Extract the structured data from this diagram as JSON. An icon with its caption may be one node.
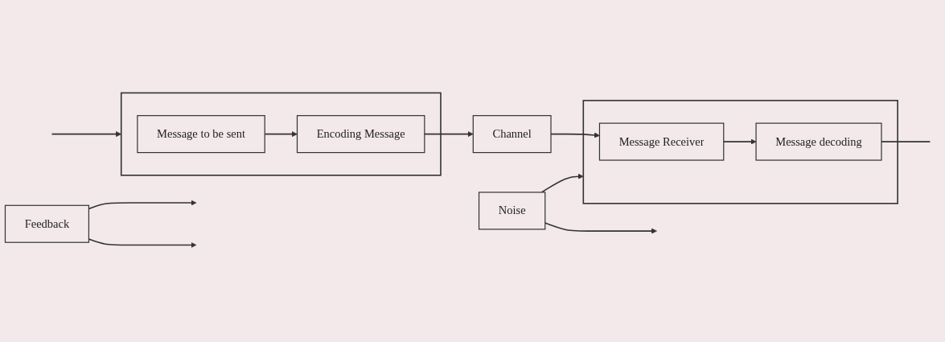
{
  "diagram": {
    "nodes": [
      {
        "text": [],
        "shape": "box"
      },
      {
        "text": [
          "Message to be sent"
        ],
        "in": 0
      },
      {
        "text": [
          "Encoding Message"
        ],
        "in": 0
      },
      {
        "text": [
          "Channel"
        ]
      },
      {
        "text": [],
        "shape": "box"
      },
      {
        "text": [
          "Message Receiver"
        ],
        "in": 4
      },
      {
        "text": [
          "Message decoding"
        ],
        "in": 4
      },
      {
        "text": [
          "Noise"
        ]
      },
      {
        "text": [
          "Feedback"
        ]
      }
    ],
    "edges": [
      {
        "from": 1,
        "to": 2,
        "arrow": "to"
      },
      {
        "from": 2,
        "to": 3,
        "arrow": "to"
      },
      {
        "from": 3,
        "to": 5,
        "arrow": "to"
      },
      {
        "from": 5,
        "to": 6,
        "arrow": "to"
      },
      {
        "from": 6,
        "to": null,
        "arrow": "none"
      },
      {
        "from": null,
        "to": 0,
        "arrow": "to"
      },
      {
        "from": 7,
        "to": null,
        "arrow": "to"
      },
      {
        "from": 7,
        "to": 4,
        "arrow": "to"
      },
      {
        "from": 8,
        "to": null,
        "arrow": "to"
      },
      {
        "from": 8,
        "to": null,
        "arrow": "to"
      }
    ]
  }
}
